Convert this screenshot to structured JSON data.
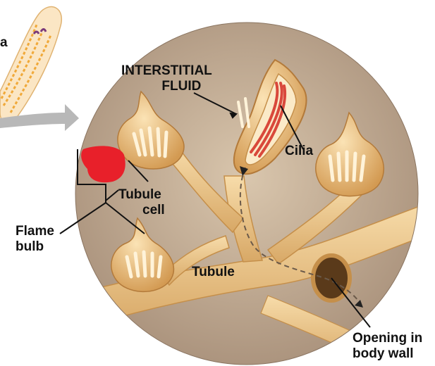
{
  "labels": {
    "interstitial_line1": "INTERSTITIAL",
    "interstitial_line2": "FLUID",
    "cilia": "Cilia",
    "tubule_cell_line1": "Tubule",
    "tubule_cell_line2": "cell",
    "flame_bulb_line1": "Flame",
    "flame_bulb_line2": "bulb",
    "tubule": "Tubule",
    "opening_line1": "Opening in",
    "opening_line2": "body wall",
    "cut_off_letter": "a"
  },
  "colors": {
    "tissue": "#f2c98a",
    "tissue_dark": "#d9a45c",
    "background_circle": "#c9b39a",
    "cilia": "#d9483b",
    "red_mark": "#e8202a",
    "arrow_gray": "#b3b3b3"
  }
}
